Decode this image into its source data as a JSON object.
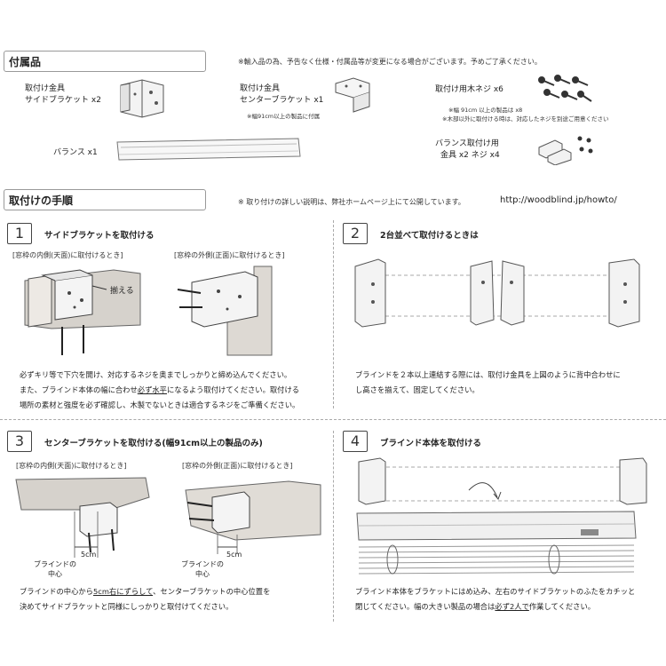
{
  "accessories": {
    "header": "付属品",
    "notice": "※輸入品の為、予告なく仕様・付属品等が変更になる場合がございます。予めご了承ください。",
    "side_bracket": {
      "line1": "取付け金具",
      "line2": "サイドブラケット x2"
    },
    "center_bracket": {
      "line1": "取付け金具",
      "line2": "センターブラケット x1",
      "note": "※幅91cm以上の製品に付属"
    },
    "wood_screws": {
      "label": "取付け用木ネジ x6",
      "note1": "※幅 91cm 以上の製品は x8",
      "note2": "※木部以外に取付ける時は、対応したネジを別途ご用意ください"
    },
    "valance": {
      "label": "バランス x1"
    },
    "valance_fittings": {
      "line1": "バランス取付け用",
      "line2": "金具 x2  ネジ x4"
    }
  },
  "procedure": {
    "header": "取付けの手順",
    "notice": "※ 取り付けの詳しい説明は、弊社ホームページ上にて公開しています。",
    "url": "http://woodblind.jp/howto/"
  },
  "steps": [
    {
      "num": "1",
      "title": "サイドブラケットを取付ける",
      "label_inside": "[窓枠の内側(天面)に取付けるとき]",
      "label_outside": "[窓枠の外側(正面)に取付けるとき]",
      "callout": "揃える",
      "desc1": "必ずキリ等で下穴を開け、対応するネジを奥までしっかりと締め込んでください。",
      "desc2_a": "また、ブラインド本体の幅に合わせ",
      "desc2_b": "必ず水平",
      "desc2_c": "になるよう取付けてください。取付ける",
      "desc3": "場所の素材と強度を必ず確認し、木製でないときは適合するネジをご準備ください。"
    },
    {
      "num": "2",
      "title": "2台並べて取付けるときは",
      "desc1": "ブラインドを２本以上連結する際には、取付け金具を上図のように背中合わせに",
      "desc2": "し高さを揃えて、固定してください。"
    },
    {
      "num": "3",
      "title": "センターブラケットを取付ける(幅91cm以上の製品のみ)",
      "label_inside": "[窓枠の内側(天面)に取付けるとき]",
      "label_outside": "[窓枠の外側(正面)に取付けるとき]",
      "dim": "5cm",
      "center_l1": "ブラインドの",
      "center_l2": "中心",
      "desc1_a": "ブラインドの中心から",
      "desc1_b": "5cm右にずらして",
      "desc1_c": "、センターブラケットの中心位置を",
      "desc2": "決めてサイドブラケットと同様にしっかりと取付けてください。"
    },
    {
      "num": "4",
      "title": "ブラインド本体を取付ける",
      "desc1": "ブラインド本体をブラケットにはめ込み、左右のサイドブラケットのふたをカチッと",
      "desc2_a": "閉じてください。幅の大きい製品の場合は",
      "desc2_b": "必ず2人で",
      "desc2_c": "作業してください。"
    }
  ]
}
